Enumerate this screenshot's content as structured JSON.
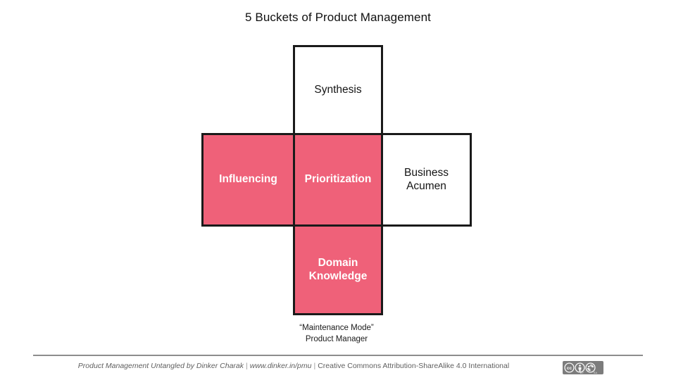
{
  "title": "5 Buckets of Product Management",
  "diagram": {
    "type": "cross-matrix",
    "cells": [
      {
        "id": "synthesis",
        "label": "Synthesis",
        "fill": "white",
        "position": "top"
      },
      {
        "id": "influencing",
        "label": "Influencing",
        "fill": "pink",
        "position": "middle-left"
      },
      {
        "id": "prioritization",
        "label": "Prioritization",
        "fill": "pink",
        "position": "center"
      },
      {
        "id": "business",
        "label_line1": "Business",
        "label_line2": "Acumen",
        "fill": "white",
        "position": "middle-right"
      },
      {
        "id": "domain",
        "label_line1": "Domain",
        "label_line2": "Knowledge",
        "fill": "pink",
        "position": "bottom"
      }
    ],
    "colors": {
      "pink": "#ef6179",
      "white": "#ffffff",
      "border": "#1a1a1a",
      "pink_text": "#ffffff",
      "white_text": "#141414"
    }
  },
  "caption": {
    "line1": "“Maintenance Mode”",
    "line2": "Product Manager"
  },
  "footer": {
    "book": "Product Management Untangled by Dinker Charak",
    "separator": "|",
    "url": "www.dinker.in/pmu",
    "license": "Creative Commons Attribution-ShareAlike 4.0 International",
    "badge": {
      "cc": "cc",
      "by": "BY",
      "sa": "SA"
    }
  }
}
